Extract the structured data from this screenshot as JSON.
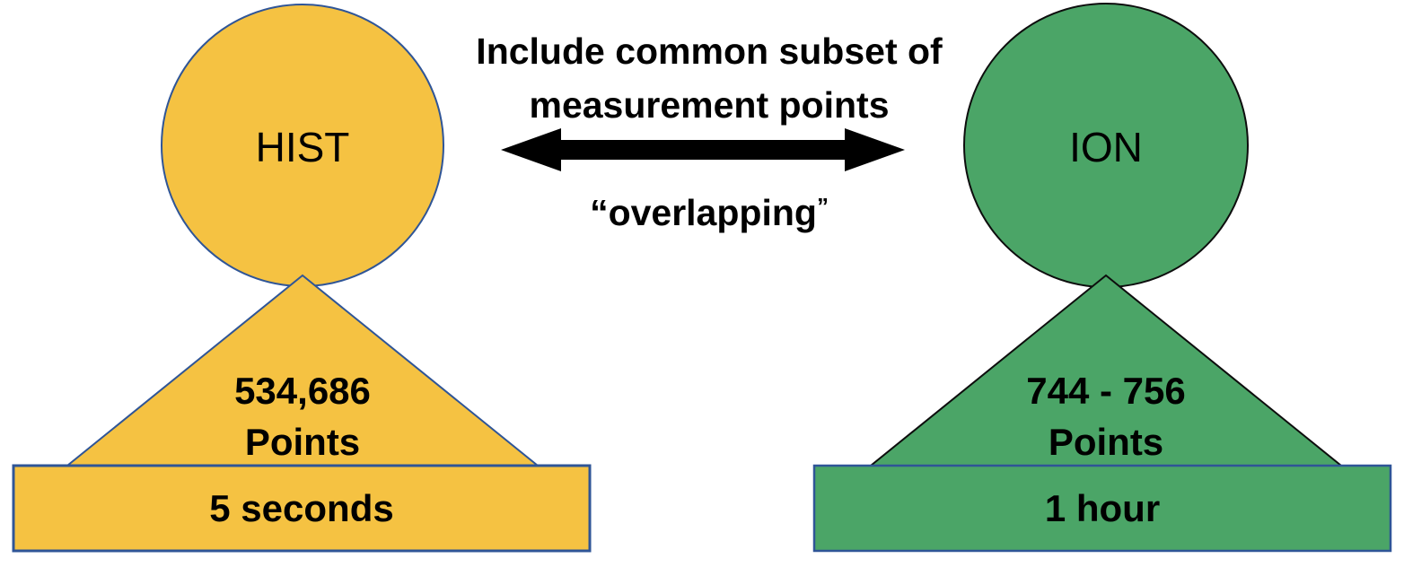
{
  "diagram": {
    "type": "comparison-figure-diagram",
    "left_figure": {
      "name": "HIST",
      "points_line1": "534,686",
      "points_line2": "Points",
      "interval": "5 seconds",
      "fill_color": "#F5C242",
      "border_color": "#2F5597"
    },
    "right_figure": {
      "name": "ION",
      "points_line1": "744 - 756",
      "points_line2": "Points",
      "interval": "1 hour",
      "fill_color": "#4BA567",
      "circle_border_color": "#0d0d0d",
      "base_border_color": "#2F5597"
    },
    "annotation": {
      "line1": "Include common subset of",
      "line2": "measurement points",
      "quote_open": "“",
      "word": "overlapping",
      "quote_close": "”",
      "arrow_color": "#000000",
      "arrow_type": "double-headed"
    },
    "text_color": "#000000",
    "background_color": "#ffffff"
  }
}
